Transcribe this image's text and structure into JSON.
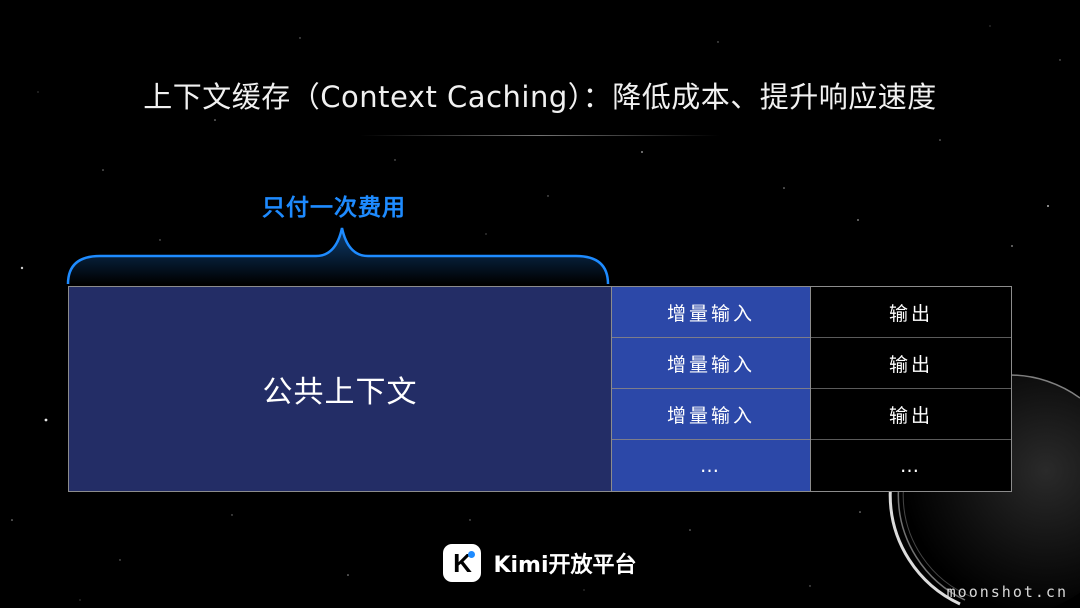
{
  "title": "上下文缓存（Context Caching）：降低成本、提升响应速度",
  "annotation": "只付一次费用",
  "shared_context_label": "公共上下文",
  "incremental_inputs": [
    "增量输入",
    "增量输入",
    "增量输入",
    "…"
  ],
  "outputs": [
    "输出",
    "输出",
    "输出",
    "…"
  ],
  "footer": {
    "logo_letter": "K",
    "brand": "Kimi开放平台"
  },
  "website": "moonshot.cn",
  "colors": {
    "background": "#000000",
    "shared_block": "#232d66",
    "input_block": "#2c48a8",
    "accent": "#1e8bff"
  }
}
